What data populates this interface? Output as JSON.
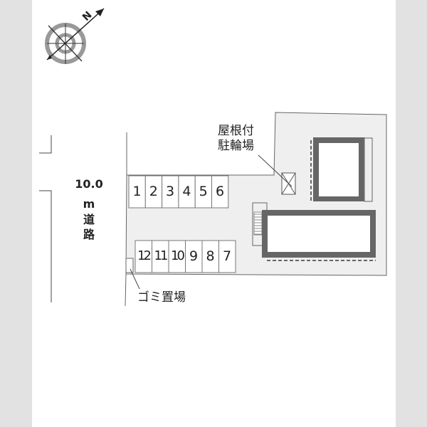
{
  "road": {
    "width_value": "10.0",
    "unit": "m",
    "label_chars": [
      "道",
      "路"
    ]
  },
  "labels": {
    "bike_parking": [
      "屋根付",
      "駐輪場"
    ],
    "garbage": "ゴミ置場"
  },
  "compass": {
    "north_label": "N",
    "icon": "compass-icon"
  },
  "parking_top": [
    "1",
    "2",
    "3",
    "4",
    "5",
    "6"
  ],
  "parking_bottom": [
    "12",
    "11",
    "10",
    "9",
    "8",
    "7"
  ],
  "colors": {
    "lot": "#efefef",
    "building_wall": "#666666",
    "side_bar": "#e2e2e2"
  }
}
